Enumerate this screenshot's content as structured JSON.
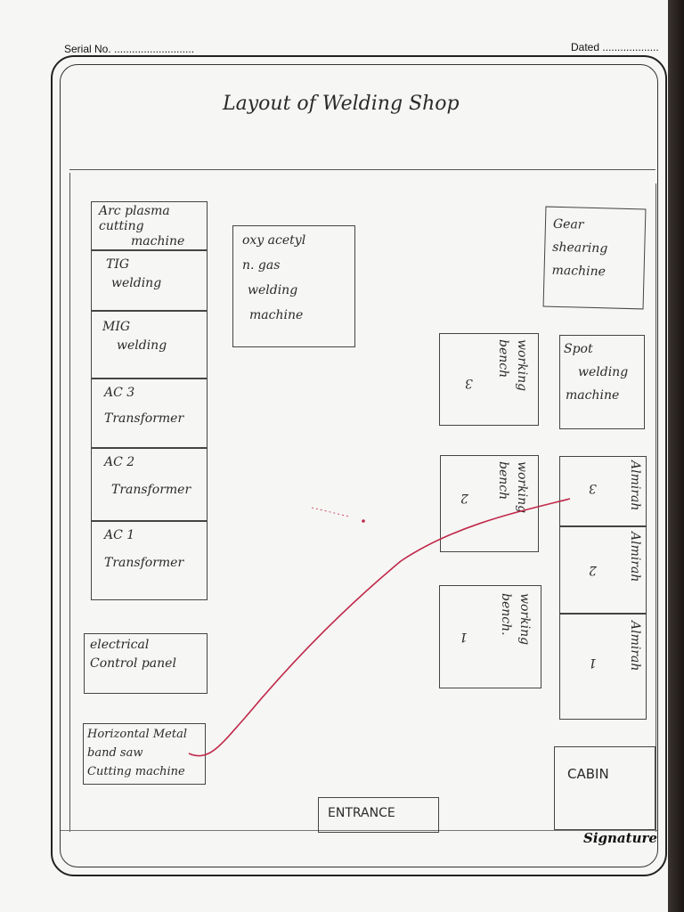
{
  "header": {
    "serial_label": "Serial No. ...........................",
    "dated_label": "Dated ..................."
  },
  "title": "Layout of Welding Shop",
  "equipment": {
    "arc_plasma": [
      "Arc plasma",
      "cutting",
      "machine"
    ],
    "tig": [
      "TIG",
      "welding"
    ],
    "mig": [
      "MIG",
      "welding"
    ],
    "ac3": [
      "AC 3",
      "Transformer"
    ],
    "ac2": [
      "AC 2",
      "Transformer"
    ],
    "ac1": [
      "AC 1",
      "Transformer"
    ],
    "electrical_panel": [
      "electrical",
      "Control panel"
    ],
    "band_saw": [
      "Horizontal Metal",
      "band saw",
      "Cutting machine"
    ],
    "oxy": [
      "oxy acetyl",
      "n. gas",
      "welding",
      "machine"
    ],
    "gear": [
      "Gear",
      "shearing",
      "machine"
    ],
    "spot": [
      "Spot",
      "welding",
      "machine"
    ],
    "bench3": {
      "num": "3",
      "label": "working bench"
    },
    "bench2": {
      "num": "2",
      "label": "working bench"
    },
    "bench1": {
      "num": "1",
      "label": "working bench."
    },
    "almirah3": {
      "num": "3",
      "label": "Almirah"
    },
    "almirah2": {
      "num": "2",
      "label": "Almirah"
    },
    "almirah1": {
      "num": "1",
      "label": "Almirah"
    },
    "cabin": "CABIN",
    "entrance": "ENTRANCE"
  },
  "signature": "Signature",
  "colors": {
    "ink": "#2a2a2a",
    "pen_red": "#c0284a"
  }
}
